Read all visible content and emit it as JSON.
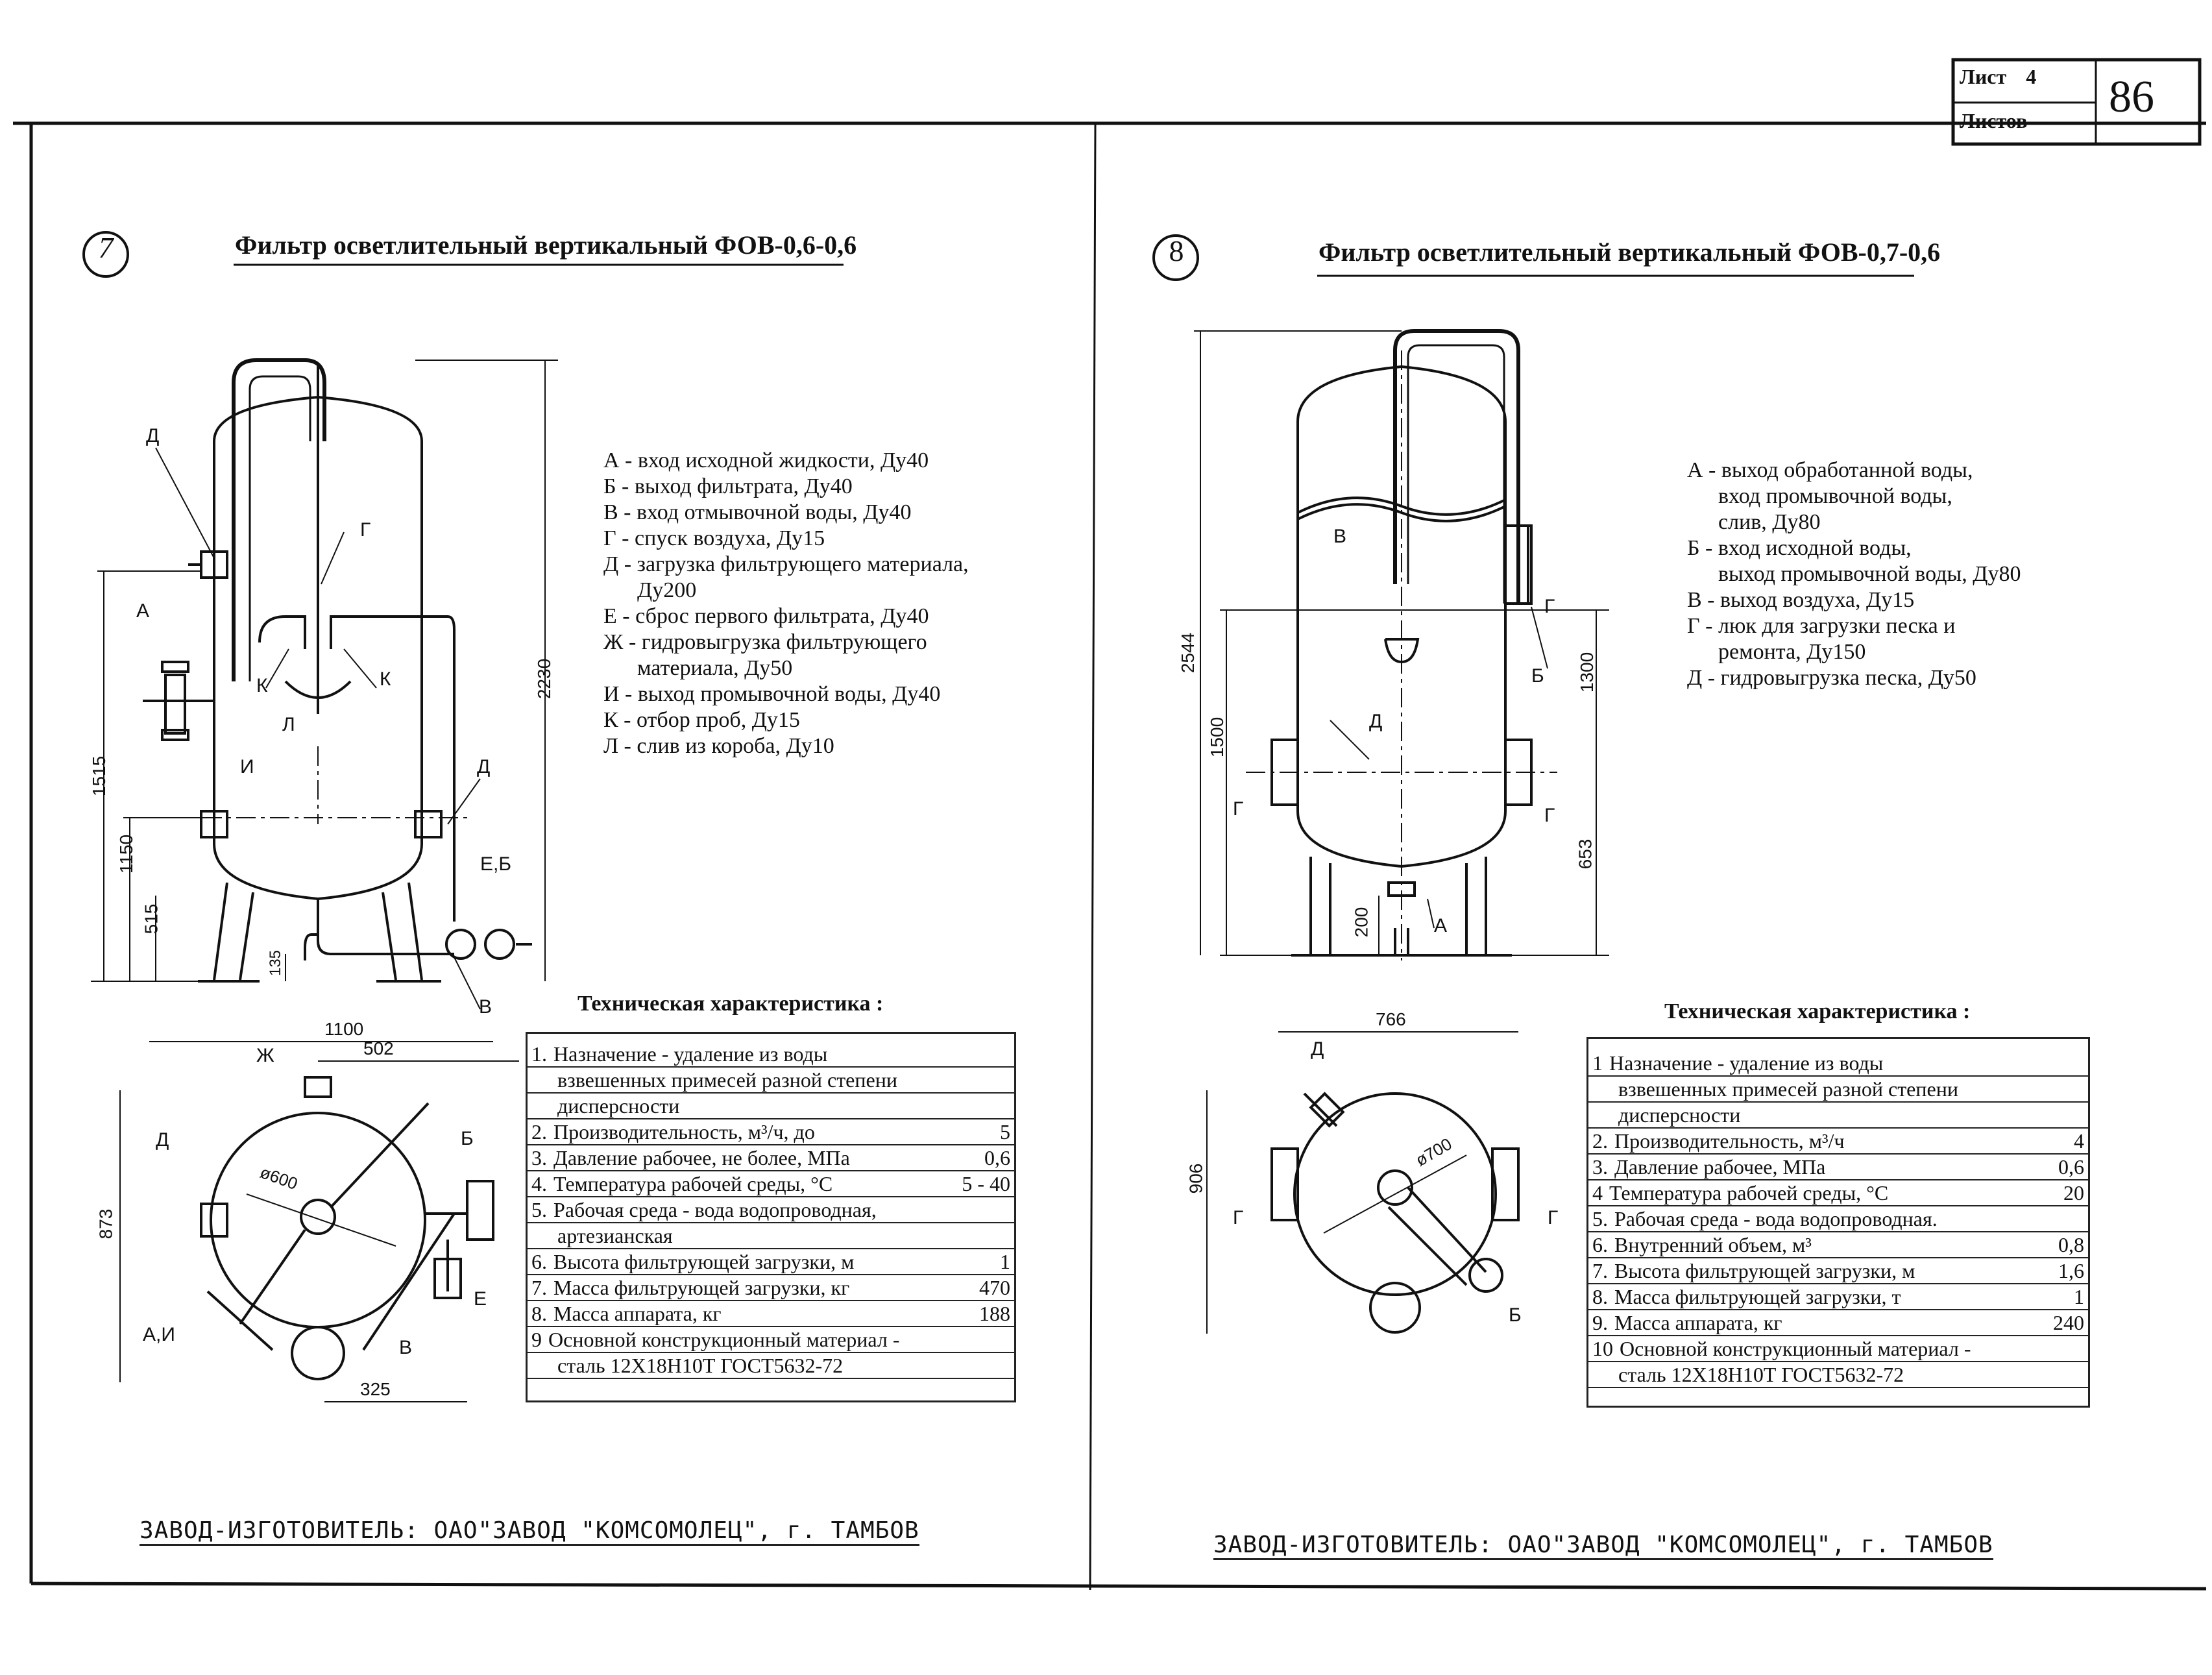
{
  "sheet": {
    "sheet_label": "Лист",
    "sheet_no": "4",
    "sheets_label": "Листов",
    "sheets_total": "-",
    "page_mark": "86"
  },
  "left": {
    "number": "7",
    "title": "Фильтр осветлительный вертикальный ФОВ-0,6-0,6",
    "legend": [
      "А - вход исходной жидкости, Ду40",
      "Б - выход фильтрата, Ду40",
      "В - вход отмывочной воды, Ду40",
      "Г - спуск воздуха, Ду15",
      "Д - загрузка фильтрующего материала,",
      "Ду200",
      "Е - сброс первого фильтрата, Ду40",
      "Ж - гидровыгрузка фильтрующего",
      "материала, Ду50",
      "И - выход промывочной воды, Ду40",
      "К - отбор проб, Ду15",
      "Л - слив из короба, Ду10"
    ],
    "tech_header": "Техническая характеристика :",
    "spec": [
      {
        "n": "1.",
        "text": "Назначение - удаление из воды",
        "value": ""
      },
      {
        "n": "",
        "text": "взвешенных примесей разной степени",
        "value": ""
      },
      {
        "n": "",
        "text": "дисперсности",
        "value": ""
      },
      {
        "n": "2.",
        "text": "Производительность, м³/ч, до",
        "value": "5"
      },
      {
        "n": "3.",
        "text": "Давление рабочее, не более, МПа",
        "value": "0,6"
      },
      {
        "n": "4.",
        "text": "Температура рабочей среды, °С",
        "value": "5 - 40"
      },
      {
        "n": "5.",
        "text": "Рабочая среда - вода водопроводная,",
        "value": ""
      },
      {
        "n": "",
        "text": "артезианская",
        "value": ""
      },
      {
        "n": "6.",
        "text": "Высота фильтрующей загрузки, м",
        "value": "1"
      },
      {
        "n": "7.",
        "text": "Масса фильтрующей загрузки, кг",
        "value": "470"
      },
      {
        "n": "8.",
        "text": "Масса аппарата, кг",
        "value": "188"
      },
      {
        "n": "9",
        "text": "Основной конструкционный материал -",
        "value": ""
      },
      {
        "n": "",
        "text": "сталь 12Х18Н10Т ГОСТ5632-72",
        "value": ""
      }
    ],
    "manufacturer": "ЗАВОД-ИЗГОТОВИТЕЛЬ: ОАО\"ЗАВОД \"КОМСОМОЛЕЦ\", г. ТАМБОВ",
    "dims": {
      "d2230": "2230",
      "d1515": "1515",
      "d1150": "1150",
      "d515": "515",
      "d135": "135",
      "d1100": "1100",
      "d502": "502",
      "d873": "873",
      "d325": "325",
      "d600": "ø600"
    },
    "labels": {
      "D1": "Д",
      "G": "Г",
      "A": "А",
      "K1": "К",
      "K2": "К",
      "L": "Л",
      "I": "И",
      "D2": "Д",
      "EB": "Е,Б",
      "V": "В",
      "ZH": "Ж",
      "D3": "Д",
      "B": "Б",
      "AI": "А,И",
      "E": "Е",
      "V2": "В"
    }
  },
  "right": {
    "number": "8",
    "title": "Фильтр осветлительный вертикальный ФОВ-0,7-0,6",
    "legend": [
      "А - выход обработанной воды,",
      "вход промывочной воды,",
      "слив, Ду80",
      "Б - вход исходной воды,",
      "выход промывочной воды, Ду80",
      "В - выход воздуха, Ду15",
      "Г - люк для загрузки песка и",
      "ремонта, Ду150",
      "Д - гидровыгрузка песка, Ду50"
    ],
    "tech_header": "Техническая характеристика :",
    "spec": [
      {
        "n": "1",
        "text": "Назначение - удаление из воды",
        "value": ""
      },
      {
        "n": "",
        "text": "взвешенных примесей разной степени",
        "value": ""
      },
      {
        "n": "",
        "text": "дисперсности",
        "value": ""
      },
      {
        "n": "2.",
        "text": "Производительность, м³/ч",
        "value": "4"
      },
      {
        "n": "3.",
        "text": "Давление рабочее, МПа",
        "value": "0,6"
      },
      {
        "n": "4",
        "text": "Температура рабочей среды, °С",
        "value": "20"
      },
      {
        "n": "5.",
        "text": "Рабочая среда - вода водопроводная.",
        "value": ""
      },
      {
        "n": "6.",
        "text": "Внутренний объем, м³",
        "value": "0,8"
      },
      {
        "n": "7.",
        "text": "Высота фильтрующей загрузки, м",
        "value": "1,6"
      },
      {
        "n": "8.",
        "text": "Масса фильтрующей загрузки, т",
        "value": "1"
      },
      {
        "n": "9.",
        "text": "Масса аппарата, кг",
        "value": "240"
      },
      {
        "n": "10",
        "text": "Основной конструкционный материал -",
        "value": ""
      },
      {
        "n": "",
        "text": "сталь 12Х18Н10Т ГОСТ5632-72",
        "value": ""
      }
    ],
    "manufacturer": "ЗАВОД-ИЗГОТОВИТЕЛЬ: ОАО\"ЗАВОД \"КОМСОМОЛЕЦ\", г. ТАМБОВ",
    "dims": {
      "d2544": "2544",
      "d1500": "1500",
      "d1300": "1300",
      "d653": "653",
      "d200": "200",
      "d766": "766",
      "d906": "906",
      "d700": "ø700"
    },
    "labels": {
      "V": "В",
      "G1": "Г",
      "B": "Б",
      "D": "Д",
      "G2": "Г",
      "G3": "Г",
      "A": "А",
      "D2": "Д",
      "G4": "Г",
      "G5": "Г",
      "B2": "Б"
    }
  }
}
